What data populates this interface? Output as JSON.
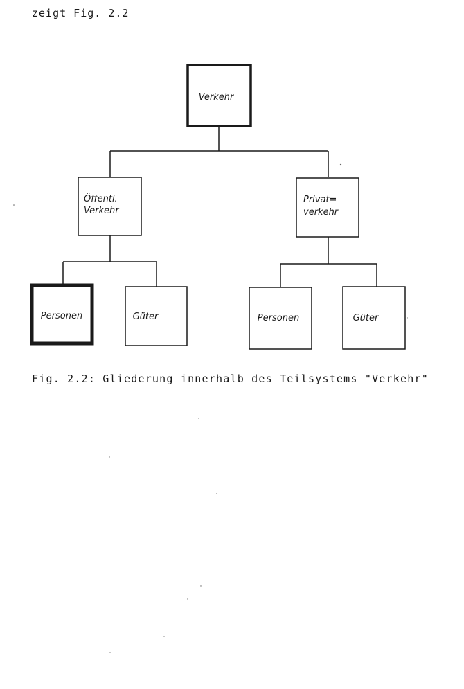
{
  "document": {
    "intro_text": "zeigt Fig. 2.2",
    "caption": "Fig. 2.2: Gliederung innerhalb des Teilsystems \"Verkehr\""
  },
  "diagram": {
    "root": {
      "label": "Verkehr"
    },
    "branches": [
      {
        "label_lines": [
          "Öffentl.",
          "Verkehr"
        ],
        "children": [
          {
            "label": "Personen",
            "emphasized": true
          },
          {
            "label": "Güter",
            "emphasized": false
          }
        ]
      },
      {
        "label_lines": [
          "Privat=",
          "verkehr"
        ],
        "children": [
          {
            "label": "Personen",
            "emphasized": false
          },
          {
            "label": "Güter",
            "emphasized": false
          }
        ]
      }
    ],
    "colors": {
      "ink": "#1a1a1a",
      "paper": "#ffffff"
    }
  }
}
